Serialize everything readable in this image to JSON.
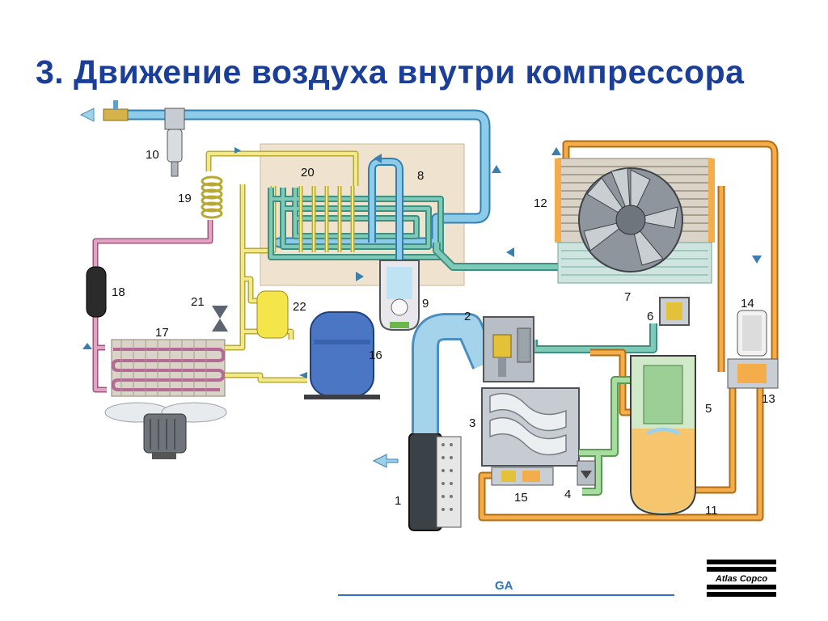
{
  "slide": {
    "title": "3. Движение воздуха внутри компрессора"
  },
  "diagram": {
    "component_numbers": [
      "1",
      "2",
      "3",
      "4",
      "5",
      "6",
      "7",
      "8",
      "9",
      "10",
      "11",
      "12",
      "13",
      "14",
      "15",
      "16",
      "17",
      "18",
      "19",
      "20",
      "21",
      "22"
    ],
    "colors": {
      "compressed_air": "#7fc0e0",
      "oil": "#f0a43a",
      "air_oil_mixture": "#8ccf86",
      "refrigerant_liquid": "#e9df6a",
      "refrigerant_gas": "#d890b4",
      "dryer_box": "#efe3d0",
      "cooler_air_path": "#4fae9f"
    }
  },
  "footer": {
    "model_label": "GA",
    "logo_text": "Atlas Copco"
  }
}
